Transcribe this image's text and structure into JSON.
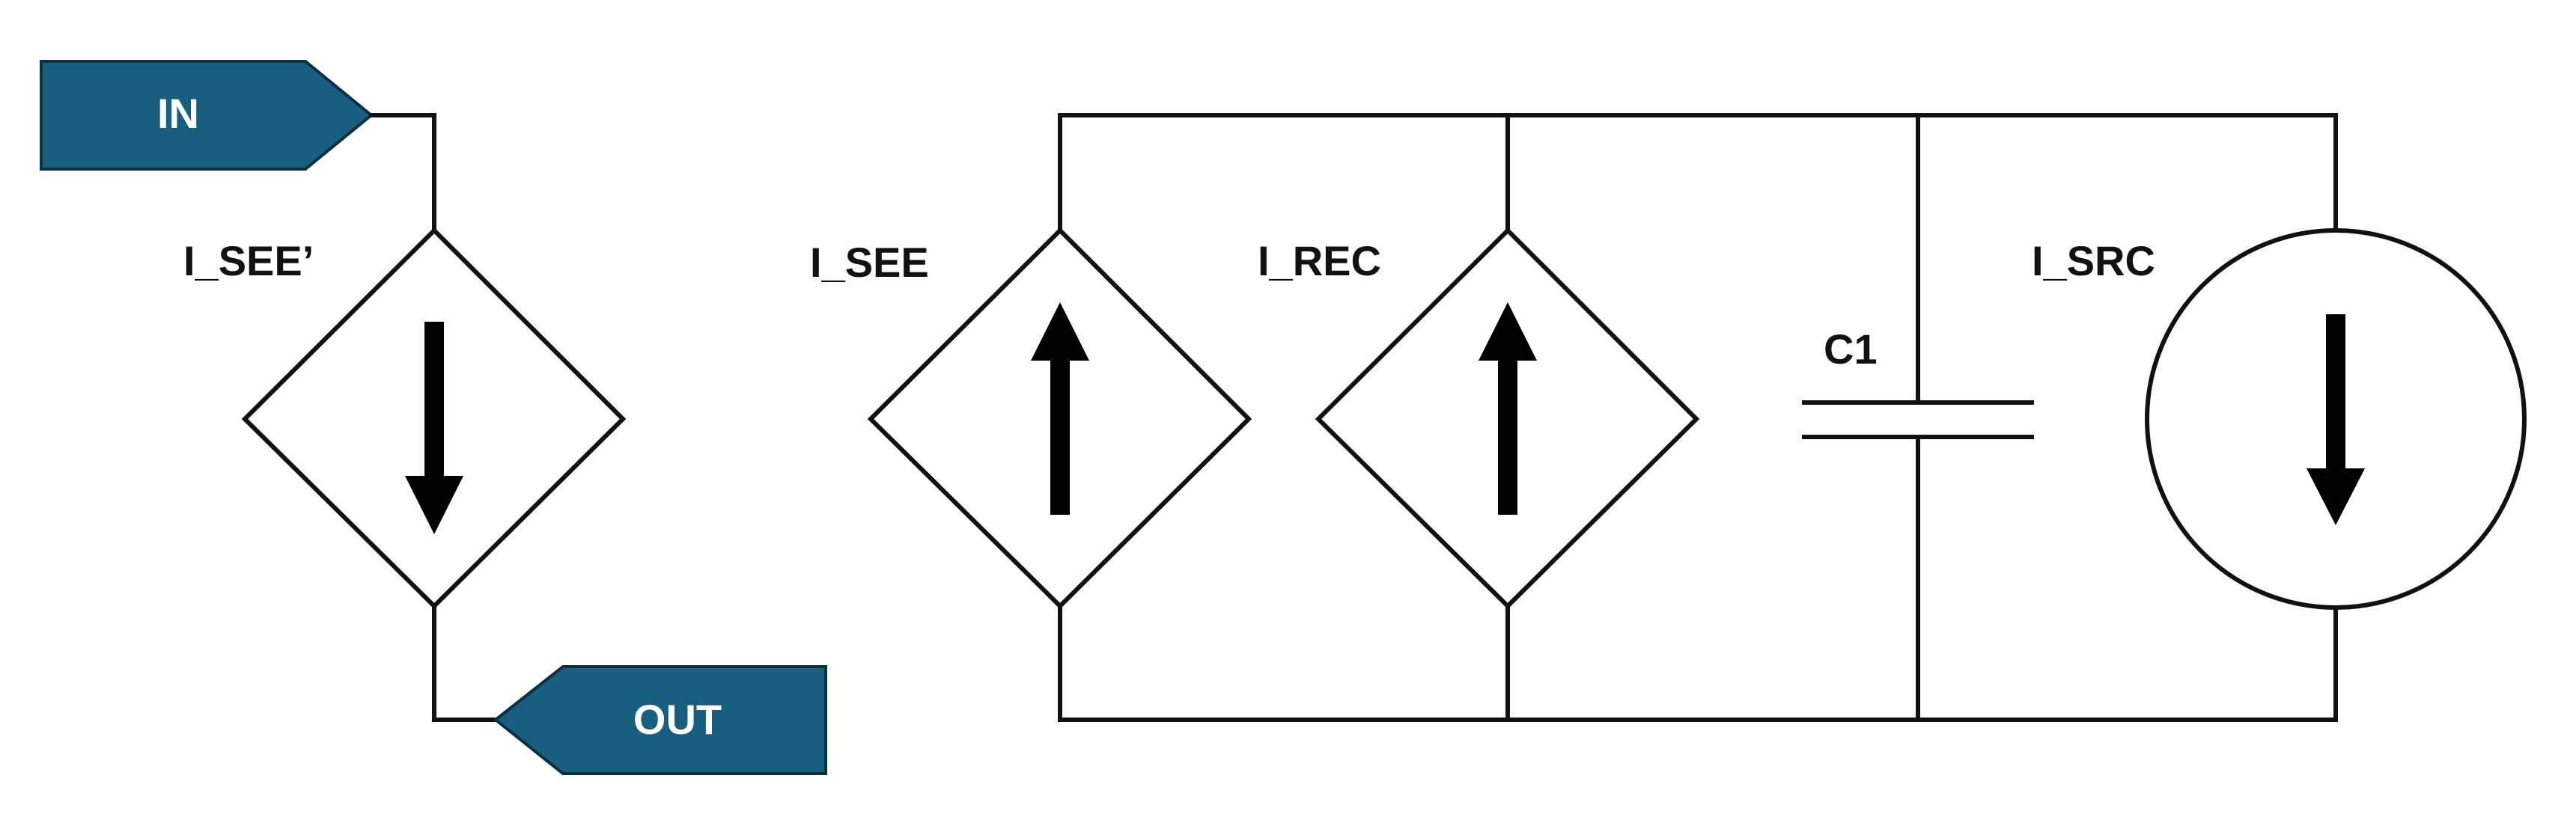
{
  "ports": {
    "in_label": "IN",
    "out_label": "OUT",
    "fill_color": "#175e7f"
  },
  "labels": {
    "i_see_prime": "I_SEE’",
    "i_see": "I_SEE",
    "i_rec": "I_REC",
    "c1": "C1",
    "i_src": "I_SRC"
  },
  "components": [
    {
      "id": "i_see_prime",
      "kind": "dependent-current-source",
      "direction": "down"
    },
    {
      "id": "i_see",
      "kind": "dependent-current-source",
      "direction": "up"
    },
    {
      "id": "i_rec",
      "kind": "dependent-current-source",
      "direction": "up"
    },
    {
      "id": "c1",
      "kind": "capacitor"
    },
    {
      "id": "i_src",
      "kind": "independent-current-source",
      "direction": "down"
    }
  ]
}
